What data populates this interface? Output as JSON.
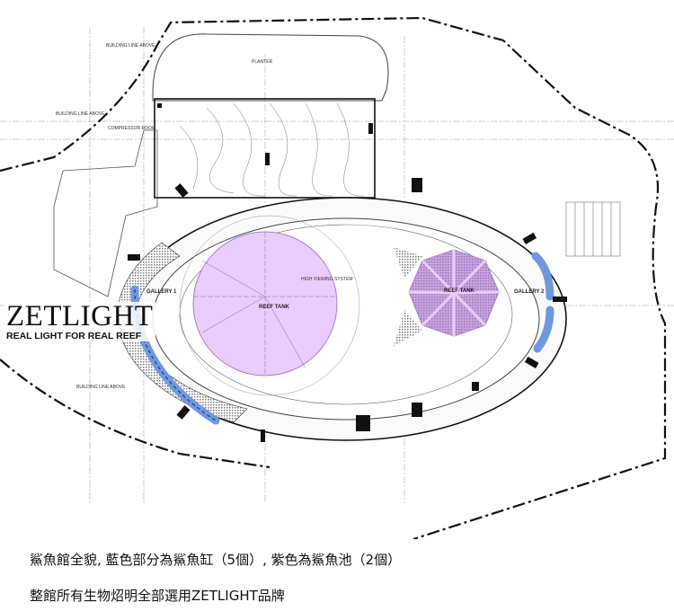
{
  "plan": {
    "labels": {
      "building_line_above_1": "BUILDING LINE ABOVE",
      "building_line_above_2": "BUILDING LINE ABOVE",
      "building_line_above_3": "BUILDING LINE ABOVE",
      "planter": "PLANTER",
      "compressor_room": "COMPRESSOR ROOM",
      "reef_tank_left": "REEF TANK",
      "reef_tank_right": "REEF TANK",
      "gallery_1": "GALLERY 1",
      "gallery_2": "GALLERY 2",
      "high_viewing": "HIGH VIEWING SYSTEM"
    },
    "colors": {
      "tank_purple": "#e9ccfb",
      "tank_purple_dark": "#a77fc4",
      "gallery_blue": "#6f98e0",
      "line": "#111111"
    }
  },
  "logo": {
    "wordmark": "ZETLIGHT",
    "tagline": "REAL LIGHT FOR REAL REEF"
  },
  "caption": {
    "line1": "鯊魚館全貌, 藍色部分為鯊魚缸（5個）, 紫色為鯊魚池（2個）",
    "line2": "整館所有生物炤明全部選用ZETLIGHT品牌"
  }
}
